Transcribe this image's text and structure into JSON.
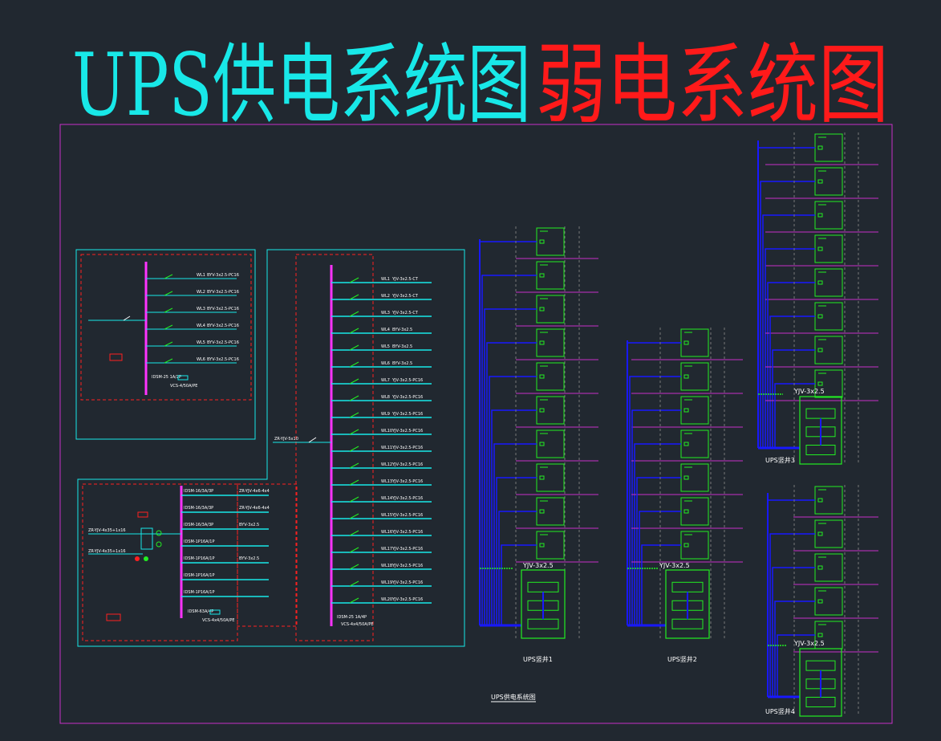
{
  "title": {
    "part1": "UPS供电系统图",
    "part2": "弱电系统图",
    "color1": "#18e8e8",
    "color2": "#ff1a1a"
  },
  "colors": {
    "bg": "#212830",
    "frame": "#c830c8",
    "panel": "#18e8e8",
    "busbar": "#ff33ff",
    "wire": "#1818ff",
    "box": "#22ee22",
    "dash": "#ff2020"
  },
  "panel_a": {
    "rows": [
      {
        "id": "WL1",
        "cable": "BYV-3x2.5-PC16"
      },
      {
        "id": "WL2",
        "cable": "BYV-3x2.5-PC16"
      },
      {
        "id": "WL3",
        "cable": "BYV-3x2.5-PC16"
      },
      {
        "id": "WL4",
        "cable": "BYV-3x2.5-PC16"
      },
      {
        "id": "WL5",
        "cable": "BYV-3x2.5-PC16"
      },
      {
        "id": "WL6",
        "cable": "BYV-3x2.5-PC16"
      }
    ],
    "spd": "IDSM-25 1A/2P",
    "spd_cable": "VCS-4/50A/PE"
  },
  "panel_b": {
    "rows": [
      {
        "id": "WL1",
        "cable": "YJV-3x2.5-CT"
      },
      {
        "id": "WL2",
        "cable": "YJV-3x2.5-CT"
      },
      {
        "id": "WL3",
        "cable": "YJV-3x2.5-CT"
      },
      {
        "id": "WL4",
        "cable": "BYV-3x2.5"
      },
      {
        "id": "WL5",
        "cable": "BYV-3x2.5"
      },
      {
        "id": "WL6",
        "cable": "BYV-3x2.5"
      },
      {
        "id": "WL7",
        "cable": "YJV-3x2.5-PC16"
      },
      {
        "id": "WL8",
        "cable": "YJV-3x2.5-PC16"
      },
      {
        "id": "WL9",
        "cable": "YJV-3x2.5-PC16"
      },
      {
        "id": "WL10",
        "cable": "YJV-3x2.5-PC16"
      },
      {
        "id": "WL11",
        "cable": "YJV-3x2.5-PC16"
      },
      {
        "id": "WL12",
        "cable": "YJV-3x2.5-PC16"
      },
      {
        "id": "WL13",
        "cable": "YJV-3x2.5-PC16"
      },
      {
        "id": "WL14",
        "cable": "YJV-3x2.5-PC16"
      },
      {
        "id": "WL15",
        "cable": "YJV-3x2.5-PC16"
      },
      {
        "id": "WL16",
        "cable": "YJV-3x2.5-PC16"
      },
      {
        "id": "WL17",
        "cable": "YJV-3x2.5-PC16"
      },
      {
        "id": "WL18",
        "cable": "YJV-3x2.5-PC16"
      },
      {
        "id": "WL19",
        "cable": "YJV-3x2.5-PC16"
      },
      {
        "id": "WL20",
        "cable": "YJV-3x2.5-PC16"
      }
    ],
    "incoming": "ZR-YJV-5x10",
    "spd": "IDSM-25 1A/4P",
    "spd_cable": "VCS-4x4/50A/PE"
  },
  "panel_c": {
    "rows": [
      {
        "id": "IDSM-16/3A/3P",
        "cable": "ZR-YJV-4x6-4x4"
      },
      {
        "id": "IDSM-16/3A/3P",
        "cable": "ZR-YJV-4x6-4x4"
      },
      {
        "id": "IDSM-16/3A/3P",
        "cable": "BYV-3x2.5"
      },
      {
        "id": "IDSM-1P16A/1P",
        "cable": ""
      },
      {
        "id": "IDSM-1P16A/1P",
        "cable": "BYV-3x2.5"
      },
      {
        "id": "IDSM-1P16A/1P",
        "cable": ""
      },
      {
        "id": "IDSM-1P16A/1P",
        "cable": ""
      }
    ],
    "in1": "ZR-YJV-4x35+1x16",
    "in2": "ZR-YJV-4x35+1x16",
    "spd": "IDSM-63A/4P",
    "spd_cable": "VCS-4x4/50A/PE"
  },
  "risers": [
    {
      "label": "UPS竖井1",
      "cable": "YJV-3x2.5"
    },
    {
      "label": "UPS竖井2",
      "cable": "YJV-3x2.5"
    },
    {
      "label": "UPS竖井3",
      "cable": "YJV-3x2.5"
    },
    {
      "label": "UPS竖井4",
      "cable": "YJV-3x2.5"
    }
  ],
  "caption": "UPS供电系统图"
}
